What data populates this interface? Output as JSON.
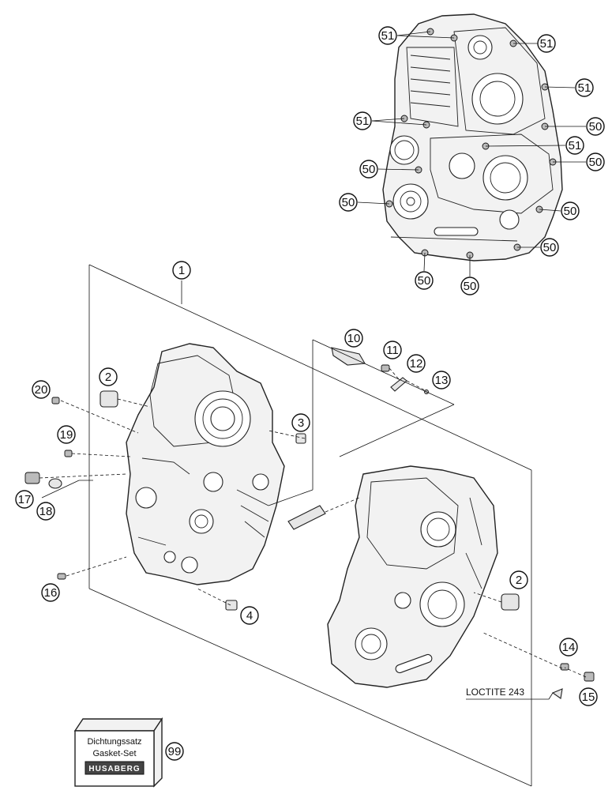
{
  "callouts": {
    "c1": "1",
    "c2a": "2",
    "c2b": "2",
    "c3": "3",
    "c4": "4",
    "c10": "10",
    "c11": "11",
    "c12": "12",
    "c13": "13",
    "c14": "14",
    "c15": "15",
    "c16": "16",
    "c17": "17",
    "c18": "18",
    "c19": "19",
    "c20": "20",
    "c50a": "50",
    "c50b": "50",
    "c50c": "50",
    "c50d": "50",
    "c50e": "50",
    "c50f": "50",
    "c50g": "50",
    "c50h": "50",
    "c51a": "51",
    "c51b": "51",
    "c51c": "51",
    "c51d": "51",
    "c51e": "51",
    "c99": "99"
  },
  "note": {
    "loctite": "LOCTITE 243"
  },
  "gasket_box": {
    "line1": "Dichtungssatz",
    "line2": "Gasket-Set",
    "logo": "HUSABERG"
  }
}
